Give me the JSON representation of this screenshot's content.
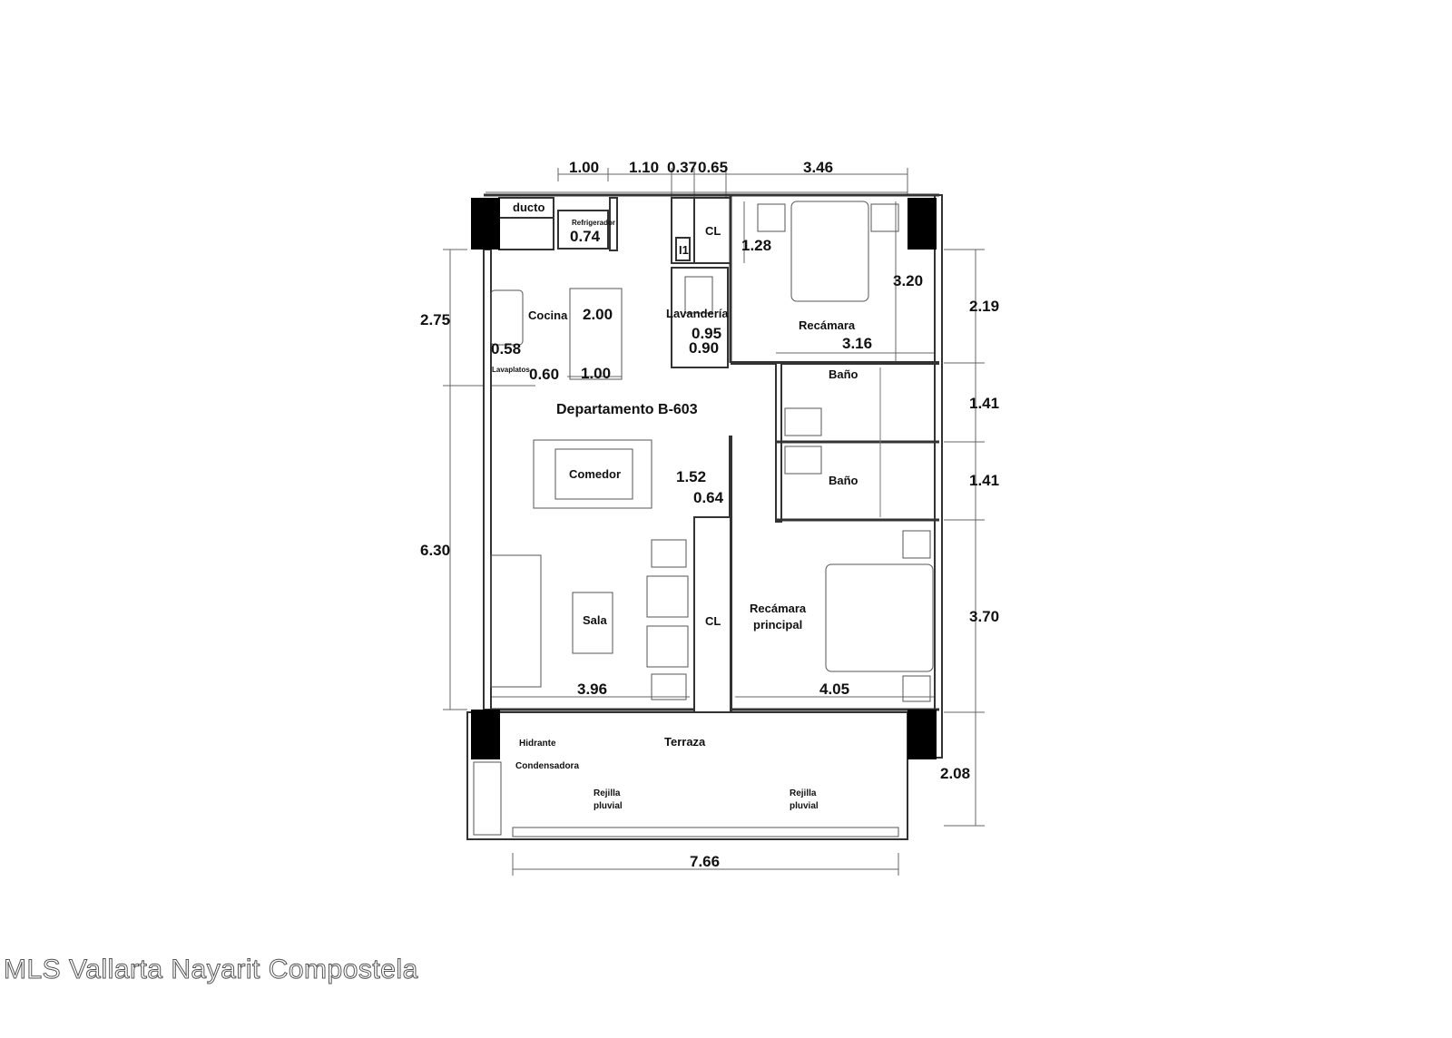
{
  "plan": {
    "title": "Departamento B-603",
    "rooms": {
      "ducto": "ducto",
      "refrigerador": "Refrigerador",
      "cocina": "Cocina",
      "lavaplatos": "Lavaplatos",
      "lavanderia": "Lavandería",
      "cl_top": "CL",
      "i1": "I1",
      "recamara": "Recámara",
      "bano_1": "Baño",
      "bano_2": "Baño",
      "comedor": "Comedor",
      "sala": "Sala",
      "cl_bottom": "CL",
      "recamara_principal_1": "Recámara",
      "recamara_principal_2": "principal",
      "terraza": "Terraza",
      "hidrante": "Hidrante",
      "condensadora": "Condensadora",
      "rejilla1_1": "Rejilla",
      "rejilla1_2": "pluvial",
      "rejilla2_1": "Rejilla",
      "rejilla2_2": "pluvial"
    },
    "dimensions": {
      "top_1": "1.00",
      "top_2": "1.10",
      "top_3": "0.37",
      "top_4": "0.65",
      "top_5": "3.46",
      "refri": "0.74",
      "cl_h": "1.28",
      "rec_h": "3.20",
      "rec_w": "3.16",
      "right_1": "2.19",
      "right_2": "1.41",
      "right_3": "1.41",
      "right_4": "3.70",
      "right_5": "2.08",
      "left_1": "2.75",
      "left_2": "6.30",
      "isla_h": "2.00",
      "isla_w": "1.00",
      "lav_1": "0.95",
      "lav_2": "0.90",
      "tarja_1": "0.58",
      "tarja_2": "0.60",
      "pasillo_1": "1.52",
      "pasillo_2": "0.64",
      "sala_w": "3.96",
      "rp_w": "4.05",
      "terraza_w": "7.66"
    }
  },
  "watermark": "MLS Vallarta Nayarit Compostela"
}
